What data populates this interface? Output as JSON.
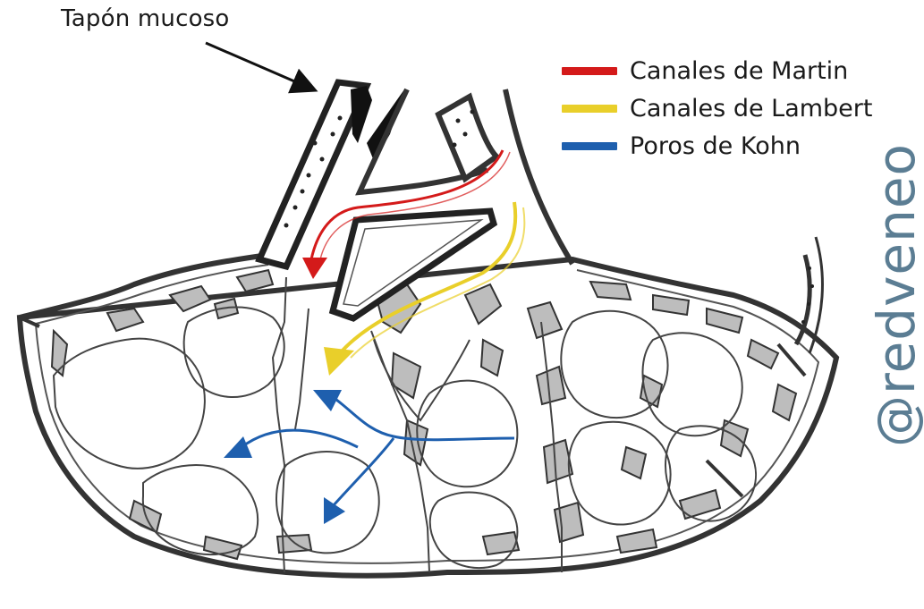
{
  "callout": {
    "label": "Tapón mucoso"
  },
  "legend": {
    "items": [
      {
        "label": "Canales de Martin",
        "color": "#d41a1a"
      },
      {
        "label": "Canales de Lambert",
        "color": "#e9cf2a"
      },
      {
        "label": "Poros de Kohn",
        "color": "#1e5fae"
      }
    ]
  },
  "watermark": {
    "text": "@redveneo"
  },
  "colors": {
    "outline": "#333333",
    "tissue_fill": "#bdbdbd",
    "background": "#ffffff"
  }
}
